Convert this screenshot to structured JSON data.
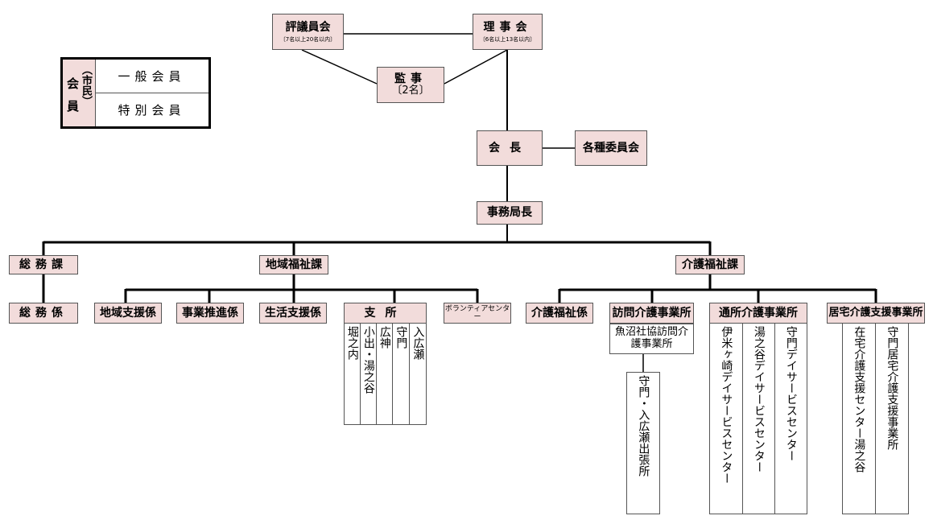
{
  "members": {
    "side_char_1": "会",
    "side_char_2": "員",
    "side_paren": "（市民）",
    "general": "一般会員",
    "special": "特別会員"
  },
  "top": {
    "councilors": "評議員会",
    "councilors_note": "〔7名以上20名以内〕",
    "board": "理事会",
    "board_note": "〔6名以上13名以内〕",
    "auditors": "監事",
    "auditors_note": "〔2名〕",
    "president": "会長",
    "committees": "各種委員会",
    "secretary_general": "事務局長"
  },
  "sections": {
    "general_affairs": {
      "label": "総務課",
      "unit": "総務係"
    },
    "community_welfare": {
      "label": "地域福祉課",
      "units": [
        "地域支援係",
        "事業推進係",
        "生活支援係",
        "支所",
        "ボランティアセンター"
      ],
      "branches": [
        "堀之内",
        "小出・湯之谷",
        "広神",
        "守門",
        "入広瀬"
      ]
    },
    "care_welfare": {
      "label": "介護福祉課",
      "care_unit": "介護福祉係",
      "home_visit": "訪問介護事業所",
      "home_visit_office": "魚沼社協訪問介護事業所",
      "home_visit_branch": "守門・入広瀬出張所",
      "day_service": "通所介護事業所",
      "day_centers": [
        "伊米ヶ崎デイサービスセンター",
        "湯之谷デイサービスセンター",
        "守門デイサービスセンター"
      ],
      "home_support": "居宅介護支援事業所",
      "support_centers": [
        "在宅介護支援センター湯之谷",
        "守門居宅介護支援事業所"
      ]
    }
  }
}
